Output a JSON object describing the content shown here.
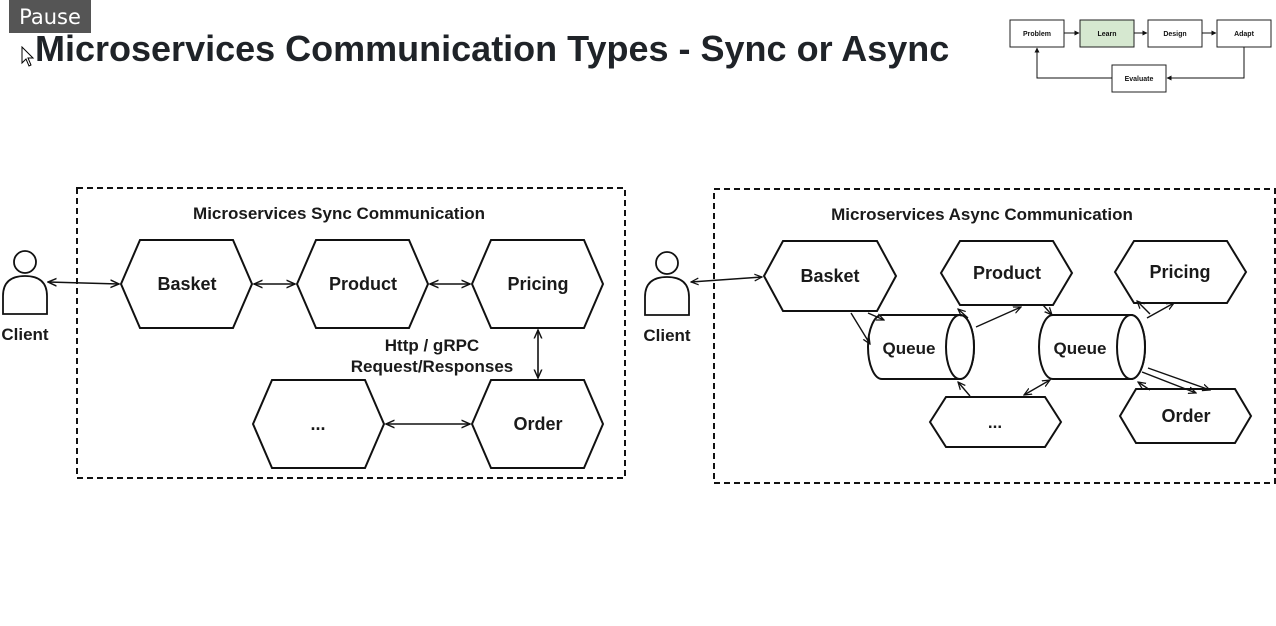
{
  "header": {
    "pause_label": "Pause",
    "title": "Microservices Communication Types - Sync or Async"
  },
  "process_flow": {
    "steps": [
      "Problem",
      "Learn",
      "Design",
      "Adapt",
      "Evaluate"
    ],
    "active_step": "Learn",
    "active_color": "#d6e8d0"
  },
  "sync_panel": {
    "title": "Microservices Sync Communication",
    "client_label": "Client",
    "services": {
      "basket": "Basket",
      "product": "Product",
      "pricing": "Pricing",
      "order": "Order",
      "more": "..."
    },
    "protocol_line1": "Http / gRPC",
    "protocol_line2": "Request/Responses"
  },
  "async_panel": {
    "title": "Microservices Async Communication",
    "client_label": "Client",
    "services": {
      "basket": "Basket",
      "product": "Product",
      "pricing": "Pricing",
      "order": "Order",
      "more": "..."
    },
    "queue1": "Queue",
    "queue2": "Queue"
  }
}
